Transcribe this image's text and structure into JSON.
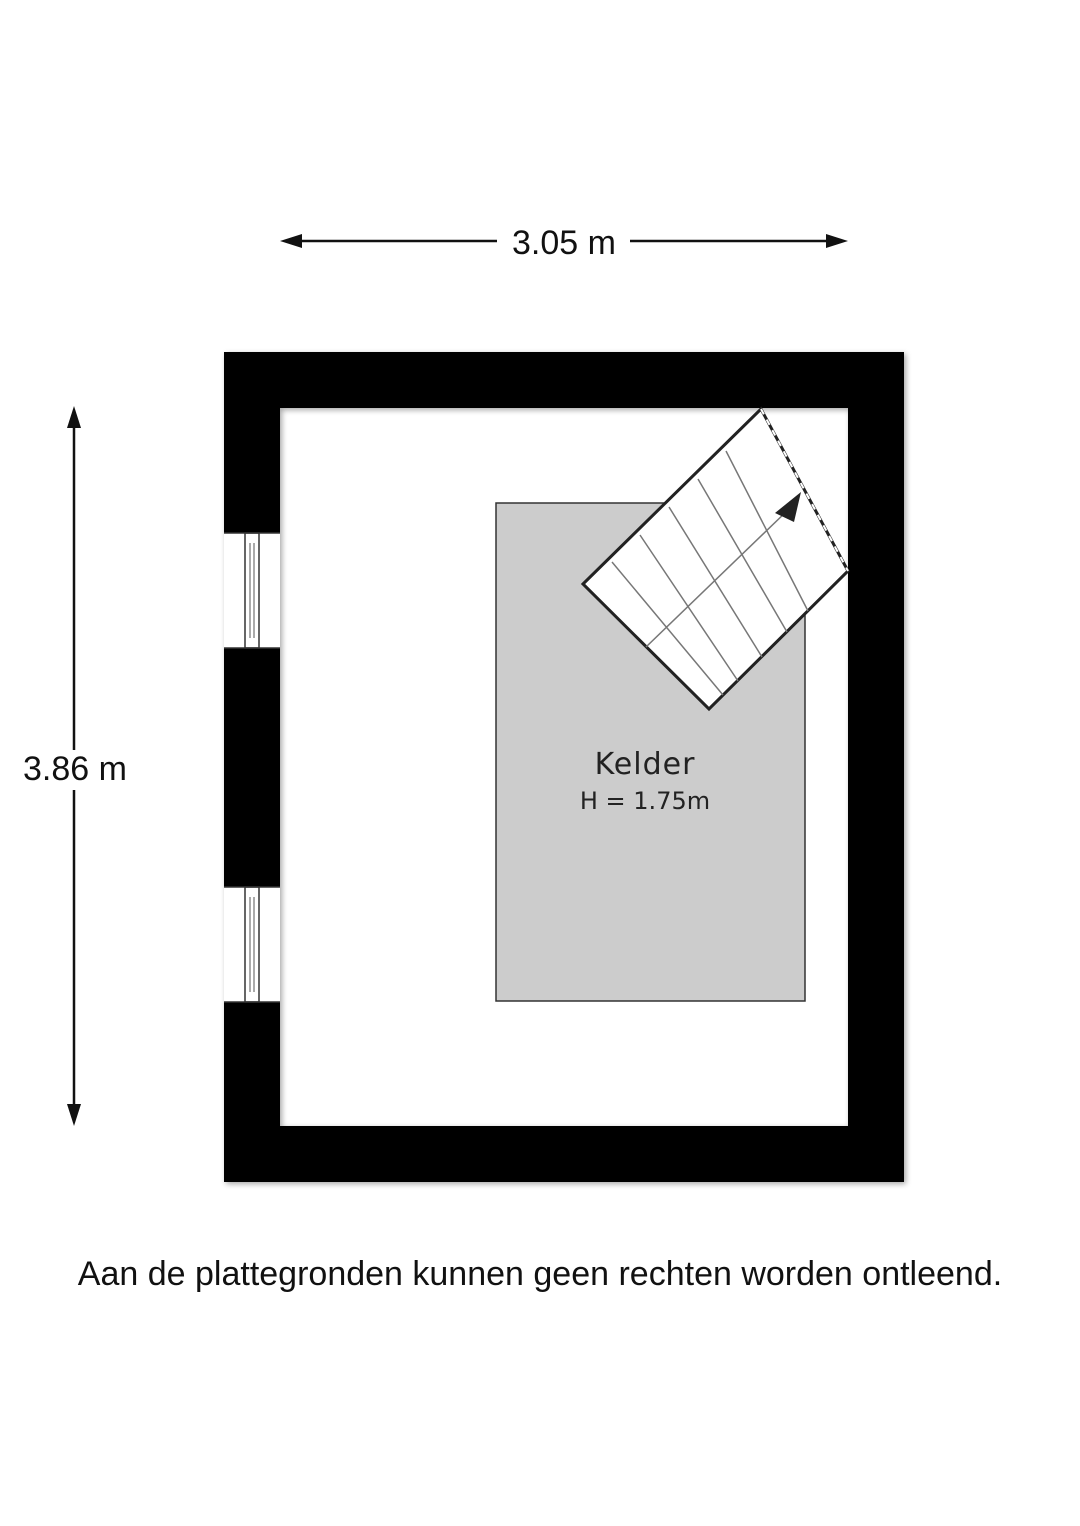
{
  "dimensions": {
    "width_label": "3.05 m",
    "height_label": "3.86 m"
  },
  "room": {
    "name": "Kelder",
    "height_label": "H = 1.75m"
  },
  "disclaimer": "Aan de plattegronden kunnen geen rechten worden ontleend.",
  "colors": {
    "wall": "#000000",
    "floor_inner": "#cccccc",
    "background": "#ffffff"
  },
  "icons": {
    "stair_direction": "arrow-head-icon"
  }
}
